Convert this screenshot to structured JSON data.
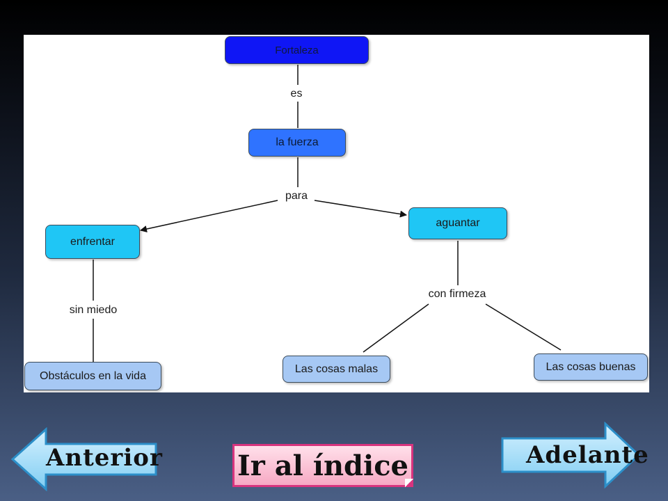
{
  "concept_map": {
    "nodes": {
      "fortaleza": "Fortaleza",
      "la_fuerza": "la fuerza",
      "enfrentar": "enfrentar",
      "aguantar": "aguantar",
      "obstaculos": "Obstáculos en la vida",
      "cosas_malas": "Las cosas malas",
      "cosas_buenas": "Las cosas buenas"
    },
    "links": {
      "es": "es",
      "para": "para",
      "sin_miedo": "sin miedo",
      "con_firmeza": "con firmeza"
    }
  },
  "navigation": {
    "anterior": "Anterior",
    "indice": "Ir al índice",
    "adelante": "Adelante"
  },
  "colors": {
    "root_node": "#0f16f5",
    "mid_node": "#2f73ff",
    "cyan_node": "#1fc6f5",
    "leaf_node": "#a6c8f4",
    "nav_arrow": "#8fd6f5",
    "index_border": "#d8347e"
  }
}
